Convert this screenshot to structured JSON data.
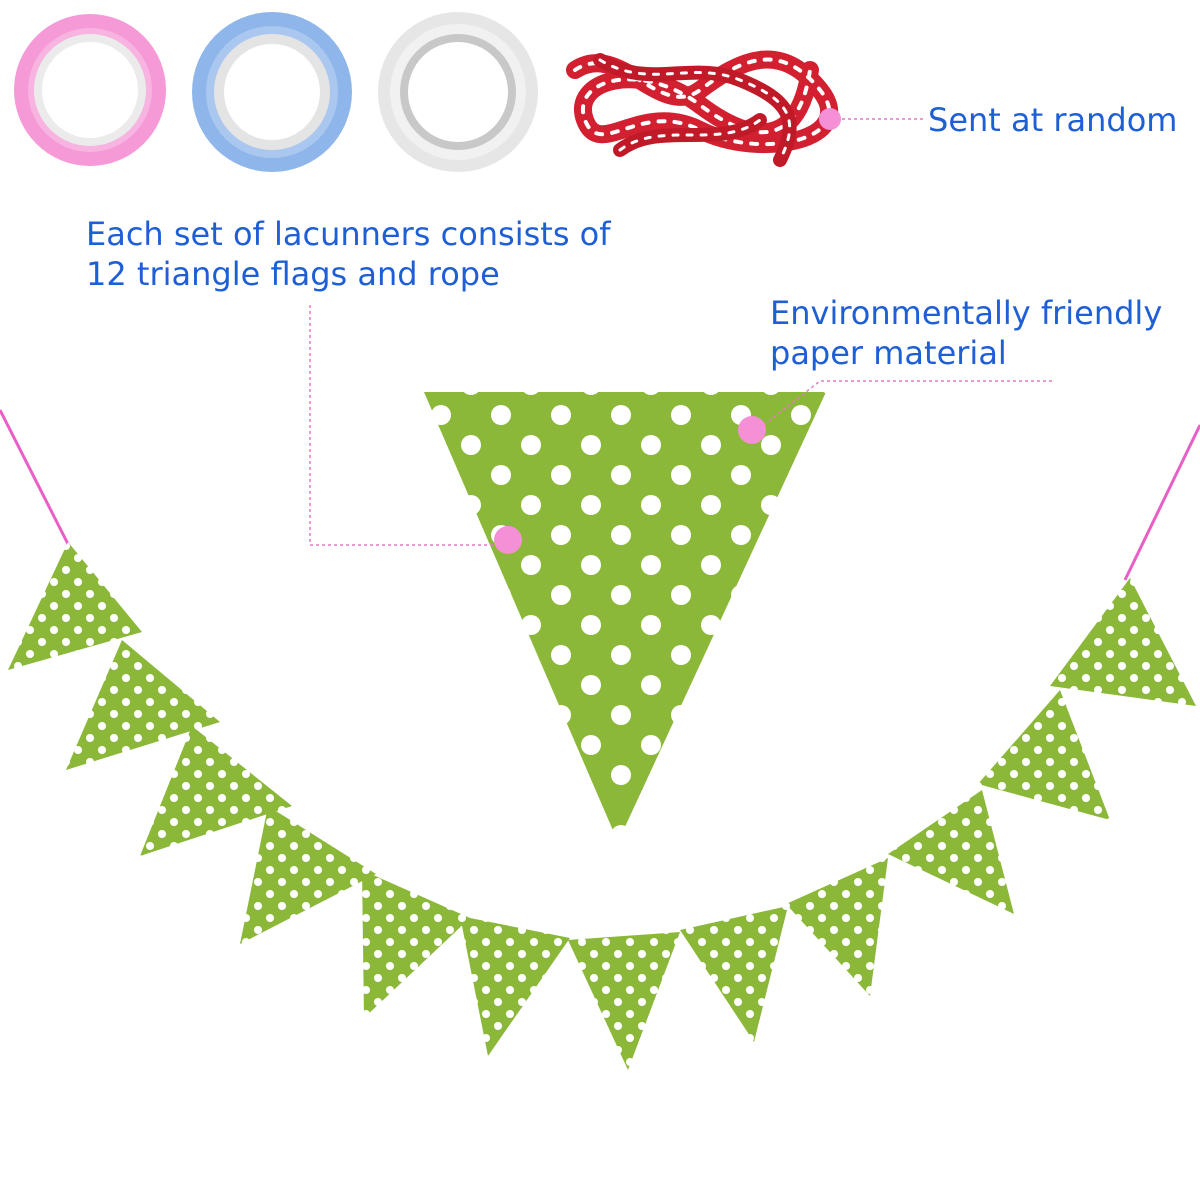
{
  "labels": {
    "sent_at_random": "Sent at random",
    "each_set_line1": "Each set of lacunners consists of",
    "each_set_line2": "12 triangle flags and rope",
    "env_line1": "Environmentally friendly",
    "env_line2": "paper material"
  },
  "colors": {
    "text": "#1f5fd6",
    "flag_green": "#8cb83a",
    "polka_dot": "#ffffff",
    "callout_pink": "#f58fd6",
    "rope_pink": "#e85fc6",
    "twine_red": "#d22030"
  },
  "tape_rolls": [
    {
      "name": "pink-tape-roll",
      "color": "#f59ad6"
    },
    {
      "name": "blue-tape-roll",
      "color": "#8fb6ea"
    },
    {
      "name": "clear-tape-roll",
      "color": "#e4e4e4"
    }
  ],
  "icons": [
    "red-white-twine-icon",
    "pink-tape-icon",
    "blue-tape-icon",
    "clear-tape-icon",
    "polka-dot-flag-icon"
  ],
  "flag_count": 12
}
